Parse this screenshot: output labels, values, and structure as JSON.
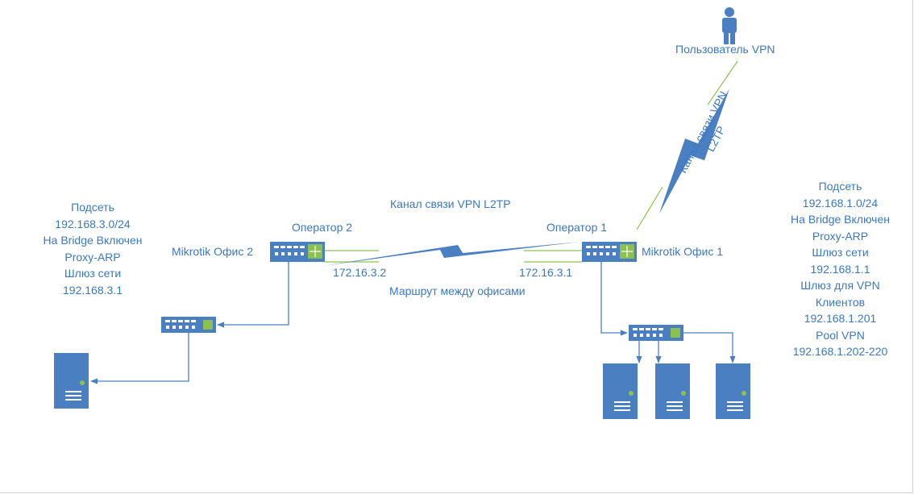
{
  "labels": {
    "vpn_user": "Пользователь VPN",
    "vpn_channel_l2tp": "Канал связи VPN L2TP",
    "vpn_channel_rot_line1": "Канал связи VPN",
    "vpn_channel_rot_line2": "L2TP",
    "operator2": "Оператор 2",
    "operator1": "Оператор 1",
    "mikrotik_office2": "Mikrotik Офис 2",
    "mikrotik_office1": "Mikrotik Офис 1",
    "ip_office2_wan": "172.16.3.2",
    "ip_office1_wan": "172.16.3.1",
    "route_between_offices": "Маршрут между офисами"
  },
  "left_info": [
    "Подсеть",
    "192.168.3.0/24",
    "На Bridge Включен",
    "Proxy-ARP",
    "Шлюз сети",
    "192.168.3.1"
  ],
  "right_info": [
    "Подсеть",
    "192.168.1.0/24",
    "На Bridge Включен",
    "Proxy-ARP",
    "Шлюз сети",
    "192.168.1.1",
    "Шлюз для VPN",
    "Клиентов",
    "192.168.1.201",
    "Pool VPN",
    "192.168.1.202-220"
  ],
  "colors": {
    "device_blue": "#4a7fc1",
    "text_blue": "#3b78c2",
    "link_green": "#8fc14f",
    "switch_green": "#8cc152"
  },
  "icons": [
    "person-icon",
    "router-icon",
    "switch-icon",
    "server-icon",
    "lightning-link-icon"
  ]
}
